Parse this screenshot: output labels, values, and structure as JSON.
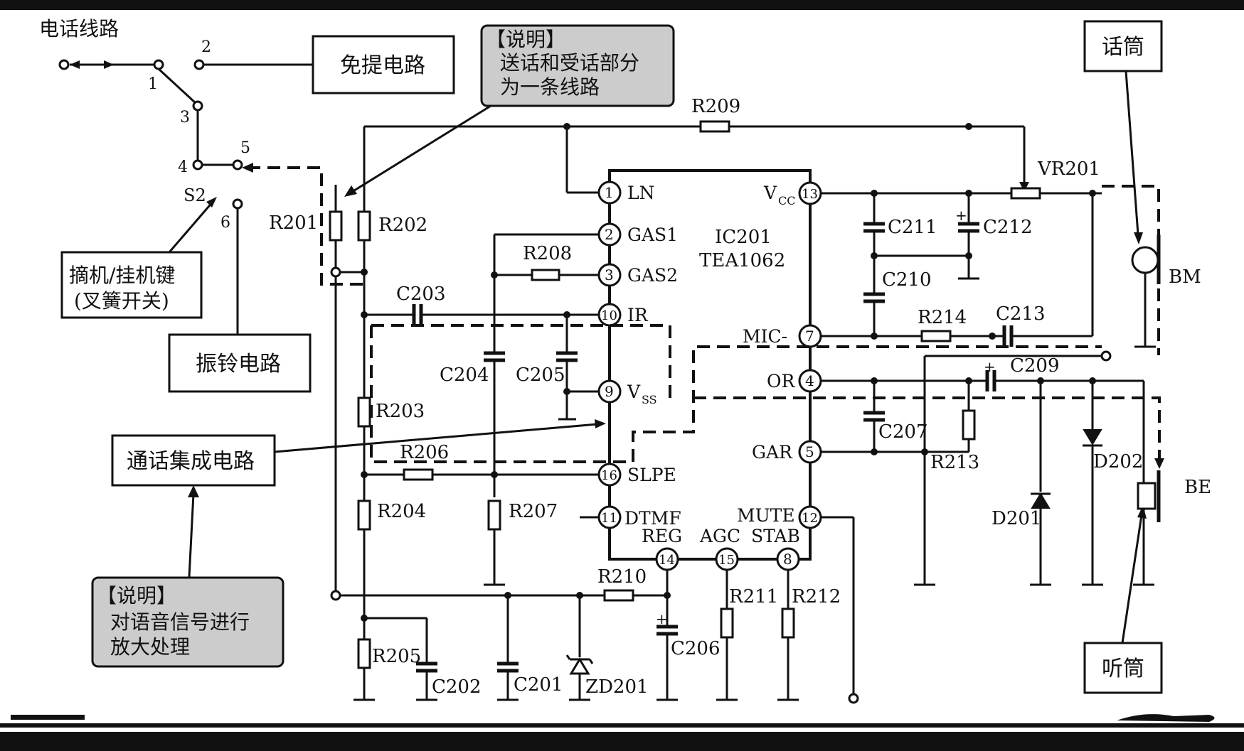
{
  "labels": {
    "phone_line": "电话线路",
    "handsfree": "免提电路",
    "hook_key_1": "摘机/挂机键",
    "hook_key_2": "(叉簧开关)",
    "ring": "振铃电路",
    "call_ic": "通话集成电路",
    "note1_title": "【说明】",
    "note1_l1": "送话和受话部分",
    "note1_l2": "为一条线路",
    "note2_title": "【说明】",
    "note2_l1": "对语音信号进行",
    "note2_l2": "放大处理",
    "mic": "话筒",
    "earpiece": "听筒",
    "s2": "S2",
    "ic_name": "IC201",
    "ic_part": "TEA1062",
    "bm": "BM",
    "be": "BE"
  },
  "switch_terms": [
    "1",
    "2",
    "3",
    "4",
    "5",
    "6"
  ],
  "pins": [
    {
      "num": "1",
      "name": "LN"
    },
    {
      "num": "2",
      "name": "GAS1"
    },
    {
      "num": "3",
      "name": "GAS2"
    },
    {
      "num": "10",
      "name": "IR"
    },
    {
      "num": "9",
      "name": "V",
      "sub": "SS"
    },
    {
      "num": "16",
      "name": "SLPE"
    },
    {
      "num": "11",
      "name": "DTMF"
    },
    {
      "num": "14",
      "name": "REG"
    },
    {
      "num": "15",
      "name": "AGC"
    },
    {
      "num": "8",
      "name": "STAB"
    },
    {
      "num": "12",
      "name": "MUTE"
    },
    {
      "num": "5",
      "name": "GAR"
    },
    {
      "num": "4",
      "name": "OR"
    },
    {
      "num": "7",
      "name": "MIC-"
    },
    {
      "num": "13",
      "name": "V",
      "sub": "CC"
    }
  ],
  "components": {
    "R201": "R201",
    "R202": "R202",
    "R203": "R203",
    "R204": "R204",
    "R205": "R205",
    "R206": "R206",
    "R207": "R207",
    "R208": "R208",
    "R209": "R209",
    "R210": "R210",
    "R211": "R211",
    "R212": "R212",
    "R213": "R213",
    "R214": "R214",
    "C201": "C201",
    "C202": "C202",
    "C203": "C203",
    "C204": "C204",
    "C205": "C205",
    "C206": "C206",
    "C207": "C207",
    "C209": "C209",
    "C210": "C210",
    "C211": "C211",
    "C212": "C212",
    "C213": "C213",
    "VR201": "VR201",
    "ZD201": "ZD201",
    "D201": "D201",
    "D202": "D202"
  },
  "colors": {
    "ink": "#111111",
    "note_fill": "#cccccc",
    "background": "#ffffff"
  }
}
